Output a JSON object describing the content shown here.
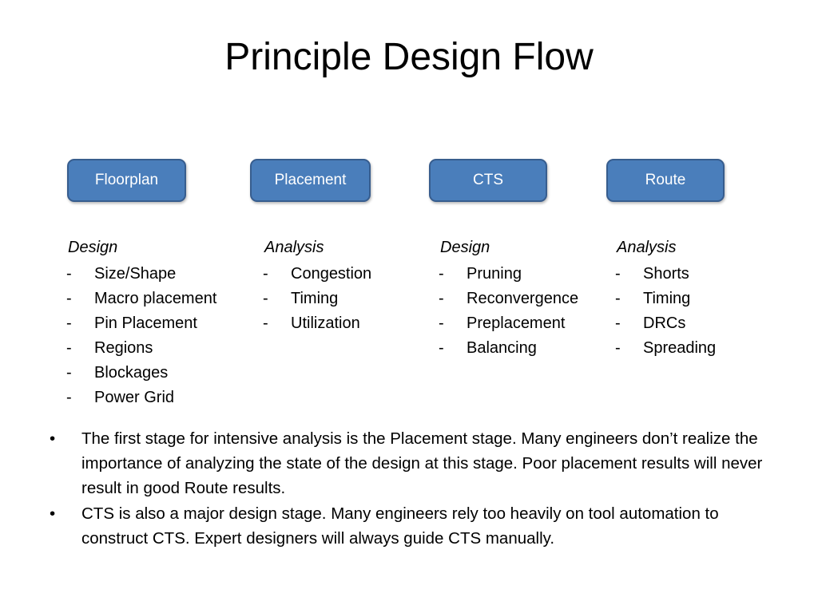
{
  "slide": {
    "title": "Principle Design Flow",
    "background_color": "#ffffff",
    "text_color": "#000000"
  },
  "stages": {
    "box_fill_color": "#4a7ebb",
    "box_border_color": "#375d8e",
    "box_text_color": "#ffffff",
    "items": [
      {
        "label": "Floorplan"
      },
      {
        "label": "Placement"
      },
      {
        "label": "CTS"
      },
      {
        "label": "Route"
      }
    ]
  },
  "columns": [
    {
      "heading": "Design",
      "bullet_marker": "-",
      "items": [
        "Size/Shape",
        "Macro placement",
        "Pin Placement",
        "Regions",
        "Blockages",
        "Power Grid"
      ]
    },
    {
      "heading": "Analysis",
      "bullet_marker": "-",
      "items": [
        "Congestion",
        "Timing",
        "Utilization"
      ]
    },
    {
      "heading": "Design",
      "bullet_marker": "-",
      "items": [
        "Pruning",
        "Reconvergence",
        "Preplacement",
        "Balancing"
      ]
    },
    {
      "heading": "Analysis",
      "bullet_marker": "-",
      "items": [
        "Shorts",
        "Timing",
        "DRCs",
        "Spreading"
      ]
    }
  ],
  "notes": {
    "bullet_marker": "•",
    "items": [
      "The first stage for intensive analysis is the Placement stage.  Many engineers don’t realize the importance of analyzing the state of the design at this stage.  Poor placement results will never result in good Route results.",
      "CTS is also a major design stage.  Many engineers rely too heavily on tool automation to construct CTS.  Expert designers will always guide CTS manually."
    ]
  }
}
